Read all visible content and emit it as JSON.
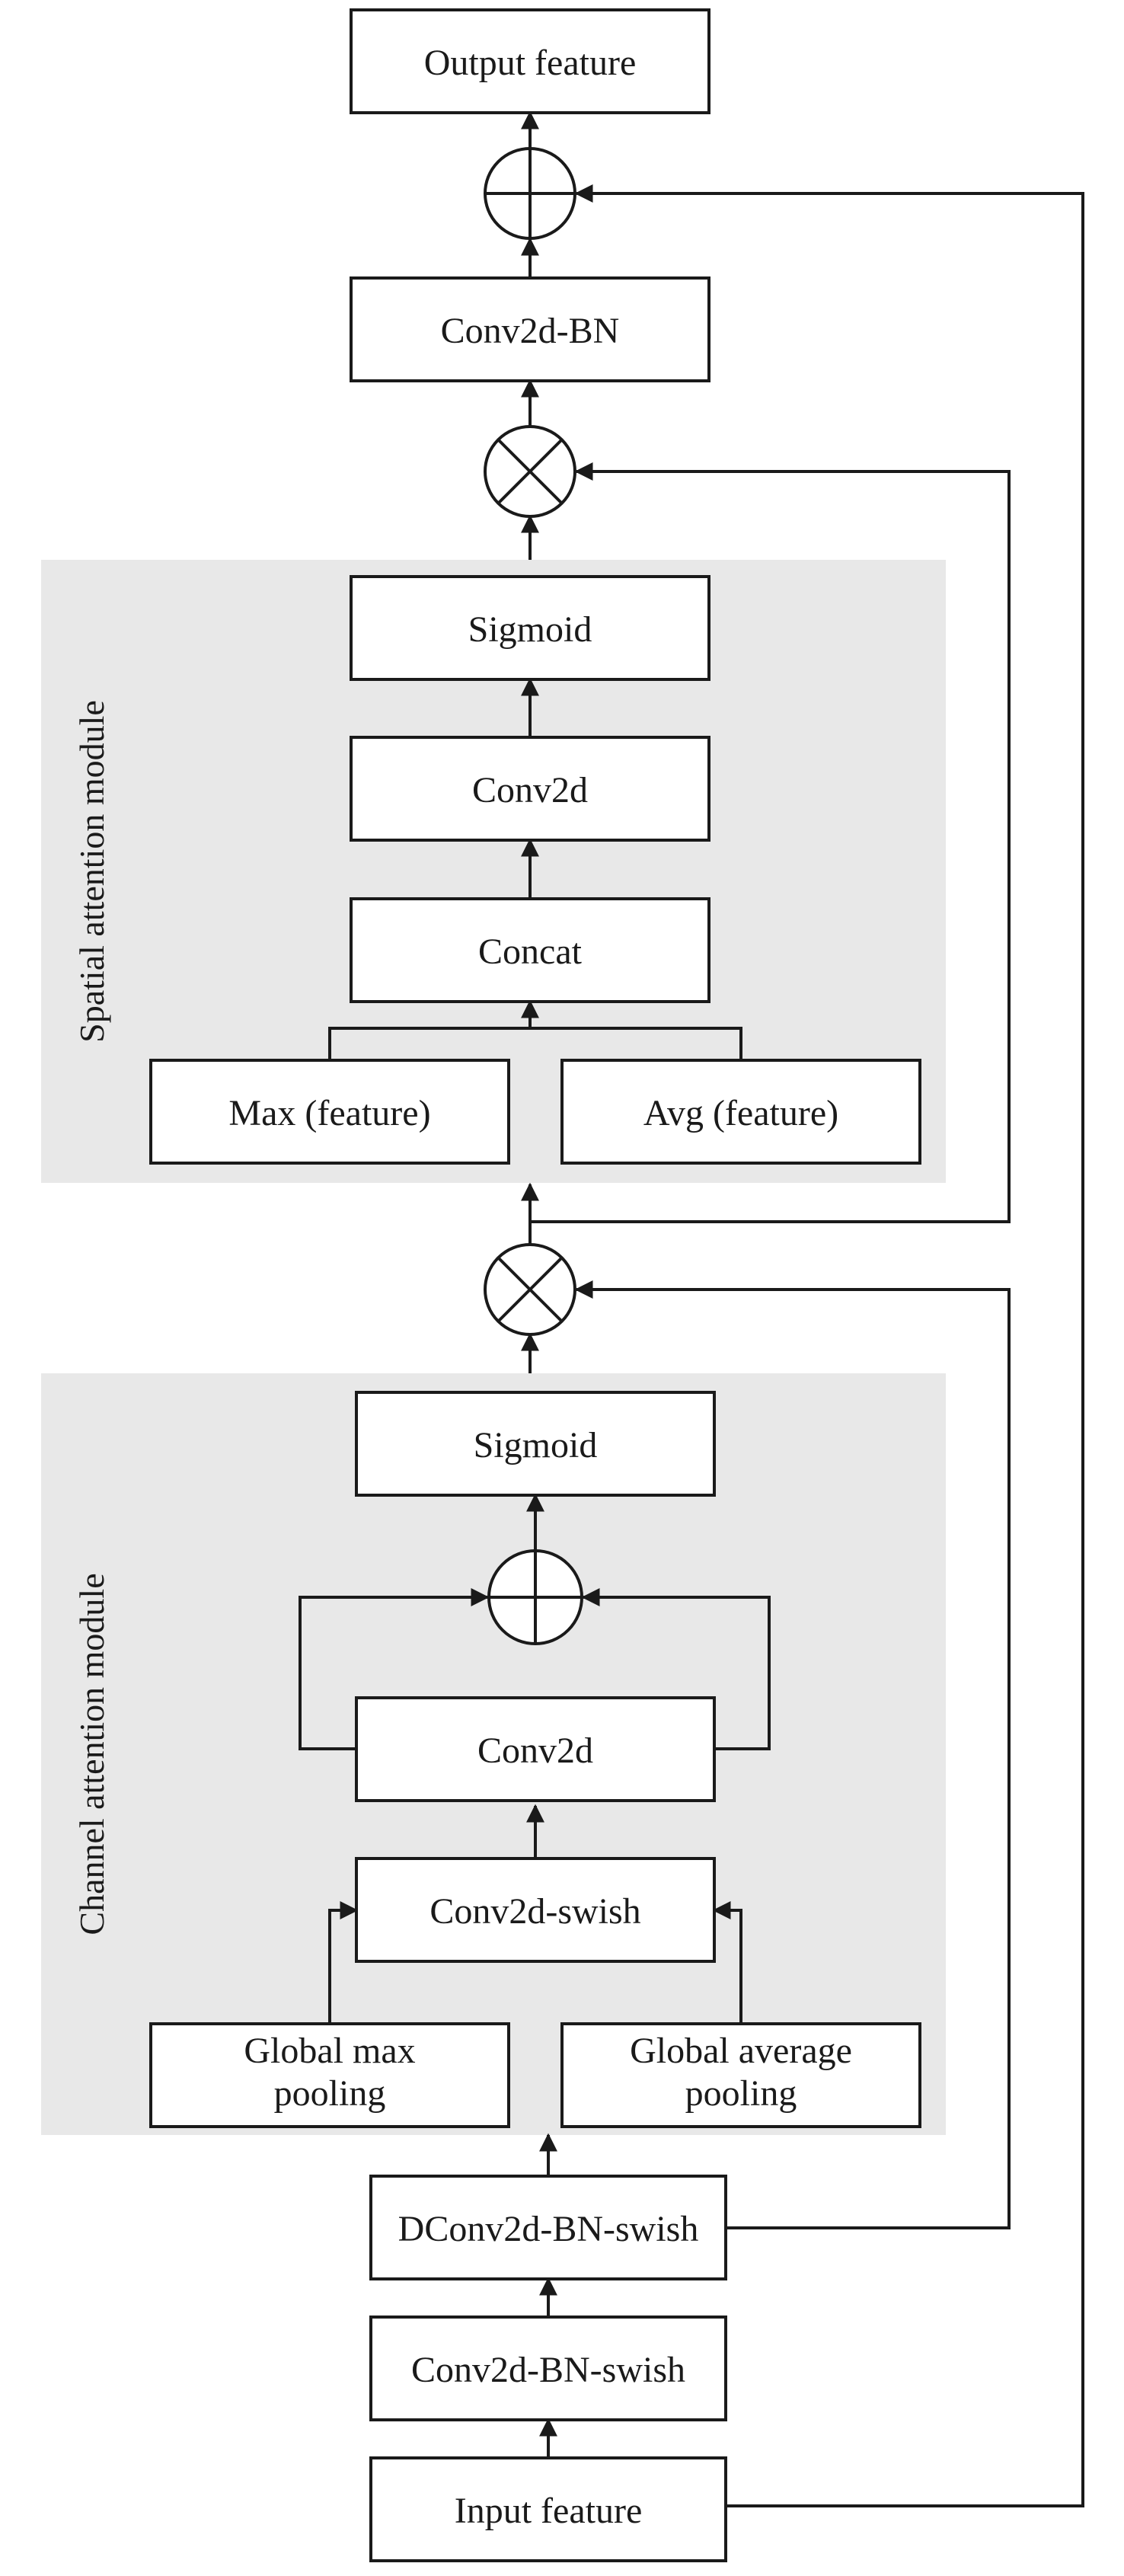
{
  "modules": {
    "spatial": "Spatial attention module",
    "channel": "Channel attention module"
  },
  "nodes": {
    "output_feature": "Output feature",
    "conv2d_bn": "Conv2d-BN",
    "spatial_sigmoid": "Sigmoid",
    "spatial_conv2d": "Conv2d",
    "concat": "Concat",
    "max_feature": "Max (feature)",
    "avg_feature": "Avg (feature)",
    "channel_sigmoid": "Sigmoid",
    "channel_conv2d": "Conv2d",
    "conv2d_swish": "Conv2d-swish",
    "global_max_pooling": [
      "Global max",
      "pooling"
    ],
    "global_average_pooling": [
      "Global average",
      "pooling"
    ],
    "dconv2d_bn_swish": "DConv2d-BN-swish",
    "conv2d_bn_swish": "Conv2d-BN-swish",
    "input_feature": "Input feature"
  },
  "operators": {
    "residual_add": "add",
    "spatial_multiply": "multiply",
    "channel_multiply": "multiply",
    "channel_add": "add"
  }
}
